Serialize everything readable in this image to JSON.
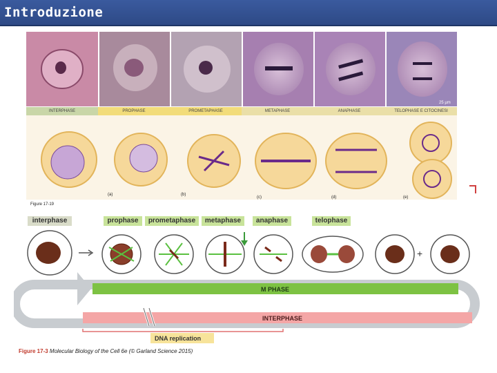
{
  "header": {
    "title": "Introduzione"
  },
  "photo_strip": {
    "scale_label": "25 µm"
  },
  "stage_bar": {
    "labels": [
      "INTERPHASE",
      "PROPHASE",
      "PROMETAPHASE",
      "METAPHASE",
      "ANAPHASE",
      "TELOPHASE E CITOCINESI"
    ]
  },
  "drawing_annotations": {
    "a": "(a)",
    "b": "(b)",
    "c": "(c)",
    "d": "(d)",
    "e": "(e)"
  },
  "figure_top_label": "Figure 17-19",
  "phases_top": {
    "interphase": "interphase",
    "prophase": "prophase",
    "prometaphase": "prometaphase",
    "metaphase": "metaphase",
    "anaphase": "anaphase",
    "telophase": "telophase"
  },
  "cycle": {
    "m_phase": "M PHASE",
    "interphase": "INTERPHASE",
    "dna_replication": "DNA replication",
    "plus": "+"
  },
  "caption": {
    "figure": "Figure 17-3",
    "text": "Molecular Biology of the Cell 6e (© Garland Science 2015)"
  },
  "colors": {
    "header": "#2e4a86",
    "m_phase_bar": "#7dc243",
    "interphase_bar": "#f4a6a6",
    "arrow_gray": "#c8ccd0",
    "phase_label_bg": "#d9dcc9",
    "prophase_label_bg": "#c8e39a",
    "dna_label_bg": "#f7e39a"
  }
}
